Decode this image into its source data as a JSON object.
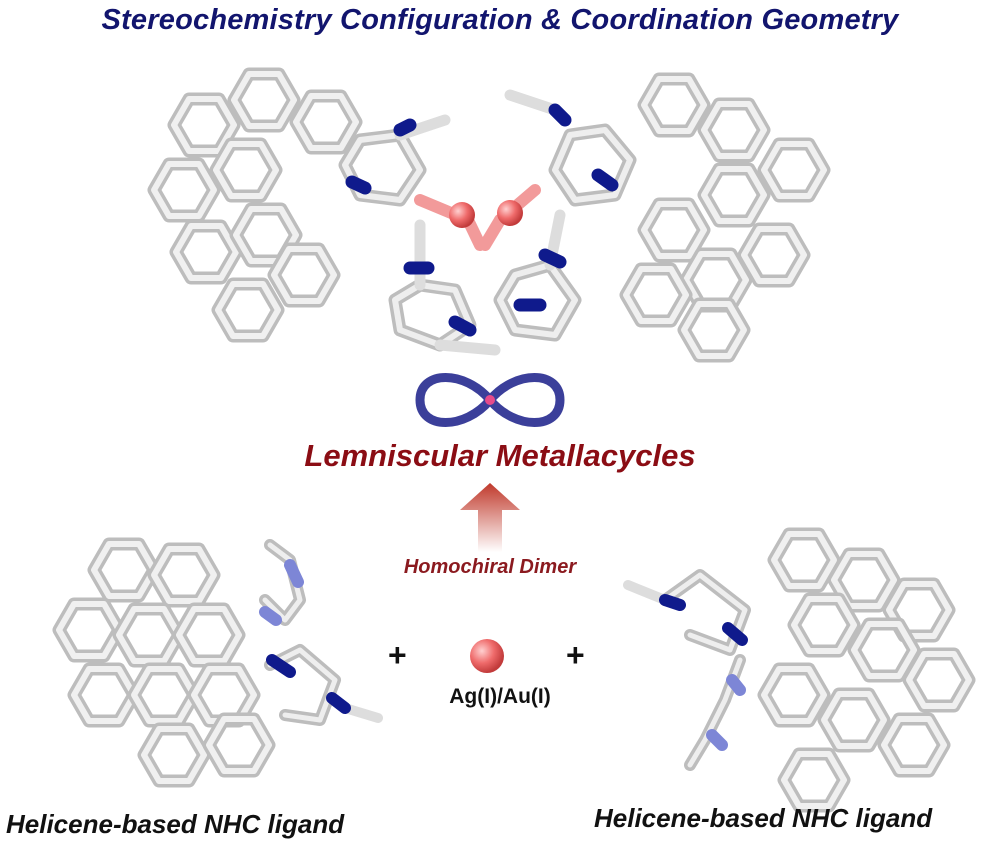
{
  "title": "Stereochemistry Configuration & Coordination Geometry",
  "product": {
    "label": "Lemniscular Metallacycles"
  },
  "reaction": {
    "step_label": "Homochiral Dimer",
    "metal_label": "Ag(I)/Au(I)",
    "plus_symbol": "+"
  },
  "ligands": [
    {
      "label": "Helicene-based NHC ligand"
    },
    {
      "label": "Helicene-based NHC ligand"
    }
  ],
  "colors": {
    "title": "#12156e",
    "product_label": "#8b0d14",
    "step_label": "#8b1a1f",
    "carbon_bond": "#d9d9d9",
    "nitrogen": "#0f1a8c",
    "metal": "#ef6b6b",
    "lemniscate": "#3b3f9a",
    "arrow": "#c0392b"
  }
}
